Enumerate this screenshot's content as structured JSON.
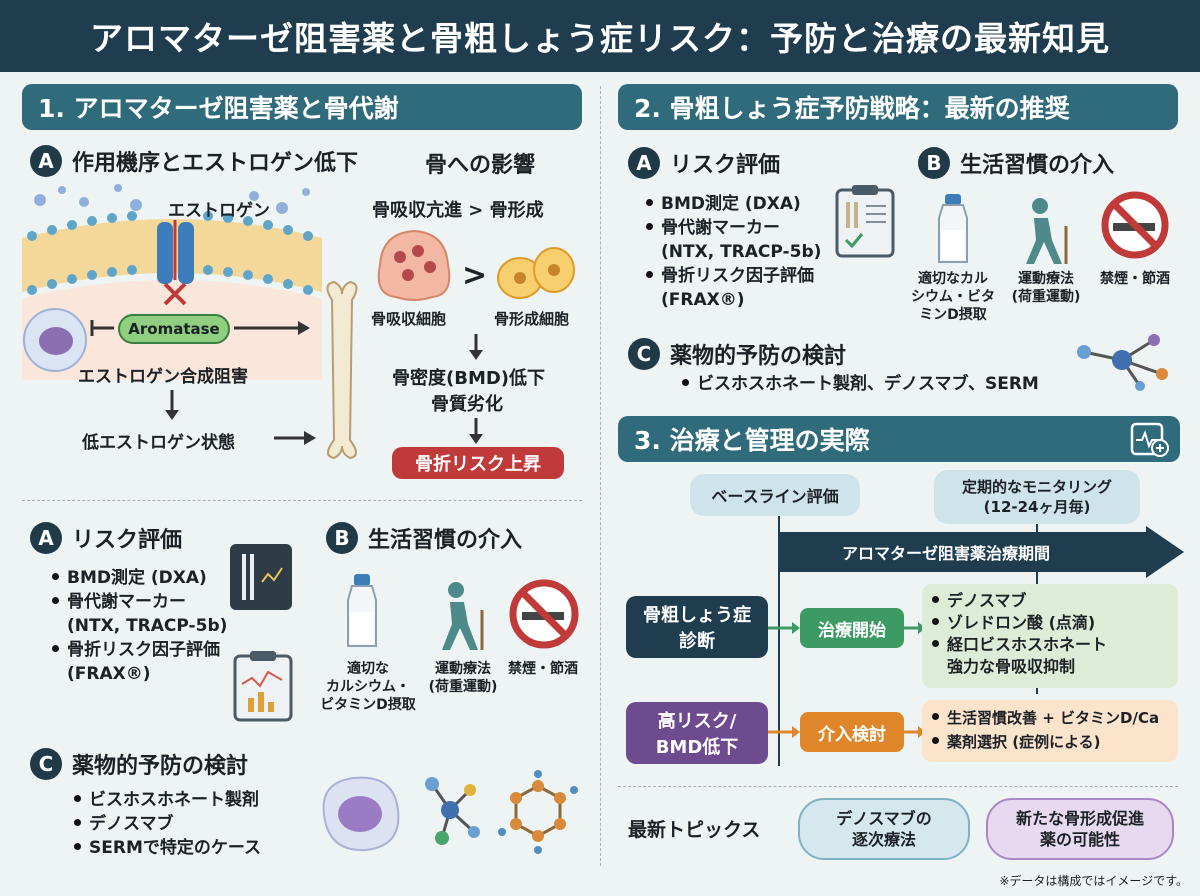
{
  "title": "アロマターゼ阻害薬と骨粗しょう症リスク：予防と治療の最新知見",
  "s1": {
    "title": "1. アロマターゼ阻害薬と骨代謝",
    "a_badge": "A",
    "a_title": "作用機序とエストロゲン低下",
    "bone_title": "骨への影響",
    "estrogen": "エストロゲン",
    "aromatase": "Aromatase",
    "synthesis": "エストロゲン合成阻害",
    "low": "低エストロゲン状態",
    "resorb_gt": "骨吸収亢進 > 骨形成",
    "gt": ">",
    "osteoclast": "骨吸収細胞",
    "osteoblast": "骨形成細胞",
    "bmd1": "骨密度(BMD)低下",
    "bmd2": "骨質劣化",
    "risk": "骨折リスク上昇"
  },
  "lower": {
    "a_badge": "A",
    "a_title": "リスク評価",
    "a_items": [
      "BMD測定 (DXA)",
      "骨代謝マーカー",
      "(NTX, TRACP-5b)",
      "骨折リスク因子評価",
      "(FRAX®)"
    ],
    "b_badge": "B",
    "b_title": "生活習慣の介入",
    "cap1": [
      "適切な",
      "カルシウム・",
      "ビタミンD摂取"
    ],
    "cap2": [
      "運動療法",
      "(荷重運動)"
    ],
    "cap3": "禁煙・節酒",
    "c_badge": "C",
    "c_title": "薬物的予防の検討",
    "c_items": [
      "ビスホスホネート製剤",
      "デノスマブ",
      "SERMで特定のケース"
    ]
  },
  "s2": {
    "title": "2. 骨粗しょう症予防戦略：最新の推奨",
    "a_badge": "A",
    "a_title": "リスク評価",
    "a_items": [
      "BMD測定 (DXA)",
      "骨代謝マーカー",
      "(NTX, TRACP-5b)",
      "骨折リスク因子評価",
      "(FRAX®)"
    ],
    "b_badge": "B",
    "b_title": "生活習慣の介入",
    "cap1": [
      "適切なカル",
      "シウム・ビタ",
      "ミンD摂取"
    ],
    "cap2": [
      "運動療法",
      "(荷重運動)"
    ],
    "cap3": "禁煙・節酒",
    "c_badge": "C",
    "c_title": "薬物的予防の検討",
    "c_item": "ビスホスホネート製剤、デノスマブ、SERM"
  },
  "s3": {
    "title": "3. 治療と管理の実際",
    "baseline": "ベースライン評価",
    "monitor1": "定期的なモニタリング",
    "monitor2": "(12-24ヶ月毎)",
    "period": "アロマターゼ阻害薬治療期間",
    "diag1": "骨粗しょう症",
    "diag2": "診断",
    "start": "治療開始",
    "tx": [
      "デノスマブ",
      "ゾレドロン酸 (点滴)",
      "経口ビスホスホネート"
    ],
    "tx_note": "強力な骨吸収抑制",
    "high1": "高リスク/",
    "high2": "BMD低下",
    "consider": "介入検討",
    "int": [
      "生活習慣改善 + ビタミンD/Ca",
      "薬剤選択 (症例による)"
    ],
    "topics": "最新トピックス",
    "topic1": [
      "デノスマブの",
      "逐次療法"
    ],
    "topic2": [
      "新たな骨形成促進",
      "薬の可能性"
    ]
  },
  "note": "※データは構成ではイメージです。",
  "colors": {
    "header": "#1f3d4f",
    "section": "#2f6b7a",
    "risk": "#c13a3a",
    "green": "#3e9a63",
    "orange": "#e0862a",
    "purple": "#6e4a8f",
    "navy": "#1f3d4f"
  }
}
